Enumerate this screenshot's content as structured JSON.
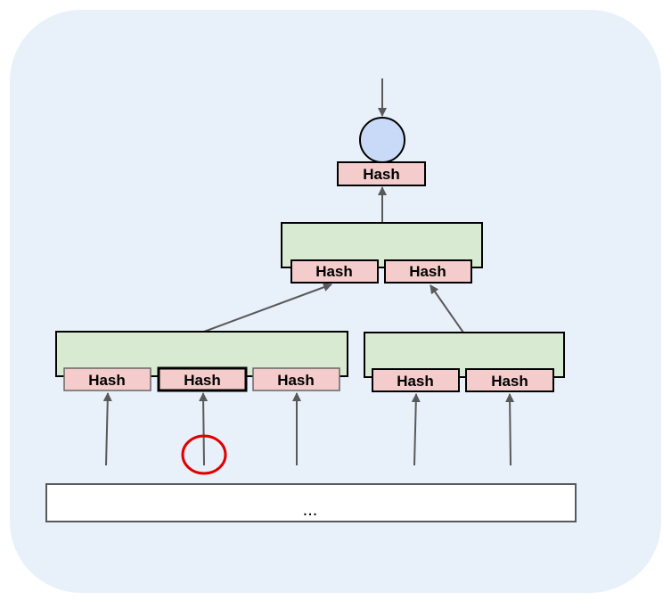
{
  "colors": {
    "background": "#e8f0fa",
    "node_fill": "#d9ead3",
    "hash_fill": "#f4cccc",
    "root_circle_fill": "#c9daf8",
    "arrow": "#595959",
    "highlight_circle": "#e00000"
  },
  "root": {
    "hash_label": "Hash"
  },
  "level1": {
    "hash_labels": [
      "Hash",
      "Hash"
    ]
  },
  "level2": {
    "left_hash_labels": [
      "Hash",
      "Hash",
      "Hash"
    ],
    "right_hash_labels": [
      "Hash",
      "Hash"
    ]
  },
  "data_block": {
    "label": "..."
  }
}
